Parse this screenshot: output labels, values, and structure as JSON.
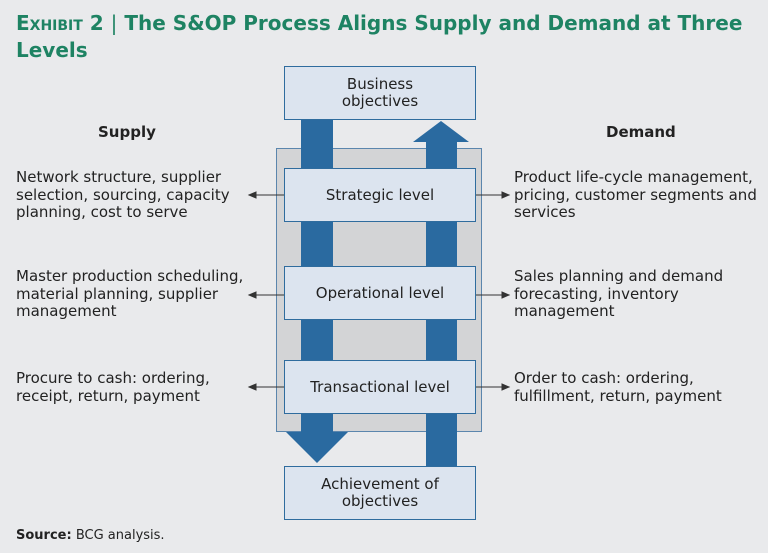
{
  "title": {
    "exhibit": "Exhibit 2",
    "separator": "|",
    "text": "The S&OP Process Aligns Supply and Demand at Three Levels"
  },
  "center": {
    "top": "Business objectives",
    "levels": [
      "Strategic level",
      "Operational level",
      "Transactional level"
    ],
    "bottom": "Achievement of objectives"
  },
  "supply": {
    "header": "Supply",
    "items": [
      "Network structure, supplier selection, sourcing, capacity planning, cost to serve",
      "Master production scheduling, material planning, supplier management",
      "Procure to cash: ordering, receipt, return, payment"
    ]
  },
  "demand": {
    "header": "Demand",
    "items": [
      "Product life-cycle management, pricing, customer segments and services",
      "Sales planning and demand forecasting, inventory management",
      "Order to cash: ordering, fulfillment, return, payment"
    ]
  },
  "source": {
    "label": "Source:",
    "text": "BCG analysis."
  },
  "colors": {
    "title": "#1e8363",
    "arrow": "#2a6aa0",
    "box": "#dce4ef"
  }
}
